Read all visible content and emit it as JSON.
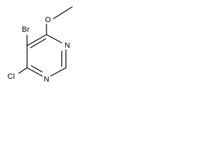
{
  "molecule": {
    "atoms": {
      "o": "O",
      "br": "Br",
      "n_upper": "N",
      "n_lower": "N",
      "cl": "Cl"
    }
  }
}
